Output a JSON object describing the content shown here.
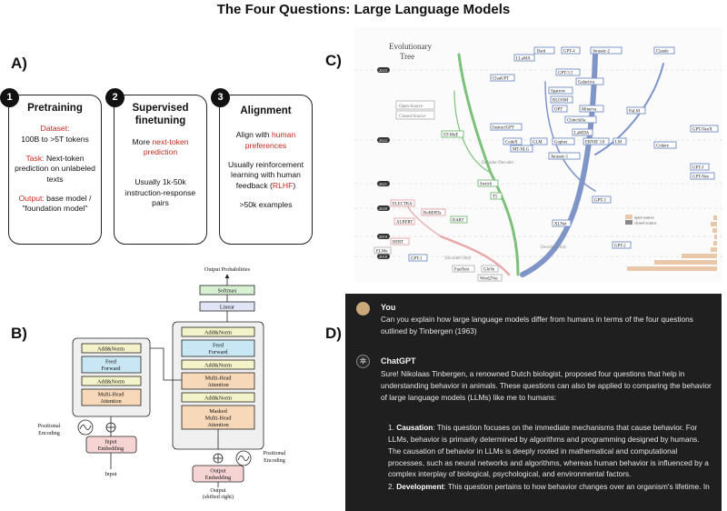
{
  "title": "The Four Questions: Large Language Models",
  "labels": {
    "a": "A)",
    "b": "B)",
    "c": "C)",
    "d": "D)"
  },
  "panel_a": {
    "cards": [
      {
        "num": "1",
        "title": "Pretraining",
        "lines": [
          {
            "label": "Dataset:",
            "text": "100B to >5T tokens"
          },
          {
            "label": "Task:",
            "text": "Next-token prediction on unlabeled texts"
          },
          {
            "label": "Output:",
            "text": "base model / \"foundation model\""
          }
        ]
      },
      {
        "num": "2",
        "title": "Supervised finetuning",
        "p1_pre": "More ",
        "p1_red": "next-token prediction",
        "p1_post": "",
        "p2": "Usually 1k-50k instruction-response pairs"
      },
      {
        "num": "3",
        "title": "Alignment",
        "p1_pre": "Align with ",
        "p1_red": "human preferences",
        "p1_post": "",
        "p2_pre": "Usually reinforcement learning with human feedback (",
        "p2_red": "RLHF",
        "p2_post": ")",
        "p3": ">50k examples"
      }
    ]
  },
  "panel_b": {
    "output_probs": "Output Probabilities",
    "softmax": "Softmax",
    "linear": "Linear",
    "add_norm": "Add&Norm",
    "feed_forward_1": "Feed",
    "feed_forward_2": "Forward",
    "mha_1": "Multi-Head",
    "mha_2": "Attention",
    "masked_1": "Masked",
    "masked_2": "Multi-Head",
    "masked_3": "Attention",
    "pos_enc_1": "Positional",
    "pos_enc_2": "Encoding",
    "input_emb_1": "Input",
    "input_emb_2": "Embedding",
    "output_emb_1": "Output",
    "output_emb_2": "Embedding",
    "input": "Input",
    "output_1": "Output",
    "output_2": "(shifted right)"
  },
  "panel_c": {
    "title_1": "Evolutionary",
    "title_2": "Tree",
    "years": [
      "2023",
      "2022",
      "2021",
      "2020",
      "2019",
      "2018"
    ],
    "legend_open": "Open-Source",
    "legend_closed": "Closed-Source",
    "legend2_open": "open source",
    "legend2_closed": "closed source",
    "models": [
      "Bard",
      "GPT-4",
      "Jurassic-2",
      "Claude",
      "LLaMA",
      "GPT-3.5",
      "Galactica",
      "ChatGPT",
      "Sparrow",
      "BLOOM",
      "Minerva",
      "OPT",
      "PaLM",
      "Chinchilla",
      "LaMDA",
      "InstructGPT",
      "GLM",
      "Gopher",
      "ERNIE 3.0",
      "LM",
      "Cohere",
      "GPT-NeoX",
      "Jurassic-1",
      "CodeX",
      "MT-NLG",
      "ST-MoE",
      "GPT-J",
      "GPT-Neo",
      "Switch",
      "GPT-3",
      "T5",
      "XLNet",
      "ELECTRA",
      "ALBERT",
      "RoBERTa",
      "BART",
      "GPT-2",
      "GPT-1",
      "BERT",
      "ELMo",
      "FastText",
      "Word2Vec",
      "GloVe"
    ],
    "branch_decoder": "Decoder-Only",
    "branch_encdec": "Encoder-Decoder",
    "branch_encoder": "Encoder-Only"
  },
  "panel_d": {
    "user_name": "You",
    "user_msg": "Can you explain how large language models differ from humans in terms of the four questions outlined by Tinbergen (1963)",
    "bot_name": "ChatGPT",
    "bot_msg": "Sure! Nikolaas Tinbergen, a renowned Dutch biologist, proposed four questions that help in understanding behavior in animals. These questions can also be applied to comparing the behavior of large language models (LLMs) like me to humans:",
    "items": [
      {
        "n": "1.",
        "label": "Causation",
        "text": ": This question focuses on the immediate mechanisms that cause behavior. For LLMs, behavior is primarily determined by algorithms and programming designed by humans. The causation of behavior in LLMs is deeply rooted in mathematical and computational processes, such as neural networks and algorithms, whereas human behavior is influenced by a complex interplay of biological, psychological, and environmental factors."
      },
      {
        "n": "2.",
        "label": "Development",
        "text": ": This question pertains to how behavior changes over an organism's lifetime. In"
      }
    ]
  }
}
